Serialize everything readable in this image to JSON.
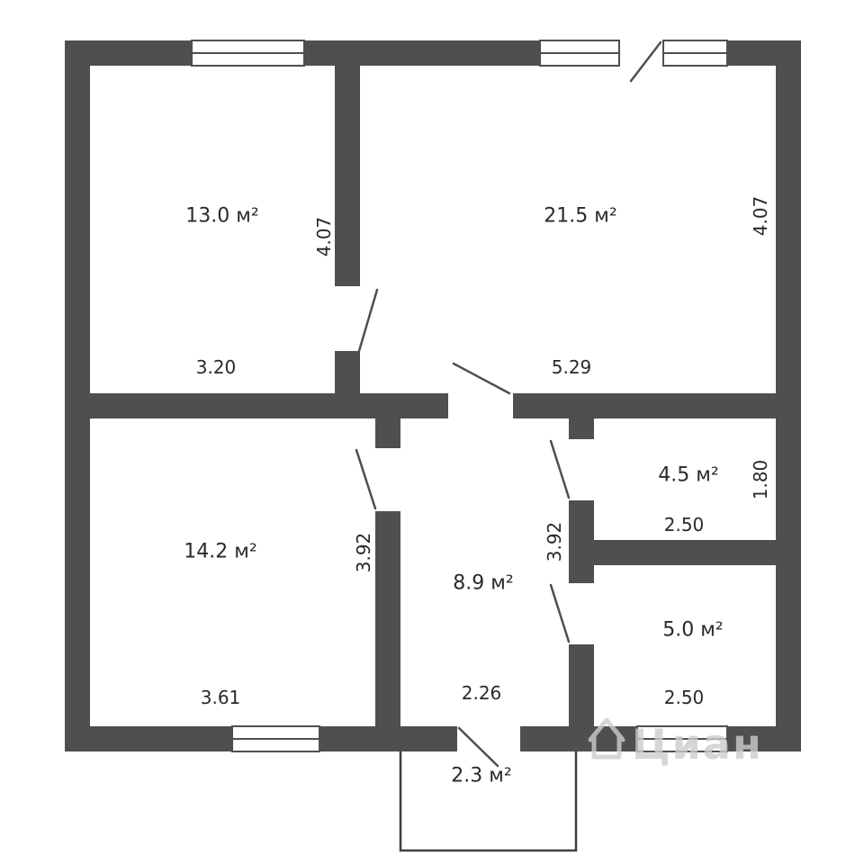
{
  "watermark": {
    "label": "Циан"
  },
  "rooms": {
    "room_13": {
      "area": "13.0 м²",
      "width": "3.20",
      "height": "4.07"
    },
    "room_21": {
      "area": "21.5 м²",
      "width": "5.29",
      "height": "4.07"
    },
    "room_14": {
      "area": "14.2 м²",
      "width": "3.61",
      "height": "3.92"
    },
    "hall_9": {
      "area": "8.9 м²",
      "width": "2.26",
      "height": "3.92"
    },
    "room_4": {
      "area": "4.5 м²",
      "width": "2.50",
      "height": "1.80"
    },
    "room_5": {
      "area": "5.0 м²",
      "width": "2.50"
    },
    "porch": {
      "area": "2.3 м²"
    }
  },
  "colors": {
    "wall": "#4f4f4f",
    "background": "#ffffff",
    "label_text": "#2a2a2a",
    "watermark": "#cdcdcd"
  }
}
